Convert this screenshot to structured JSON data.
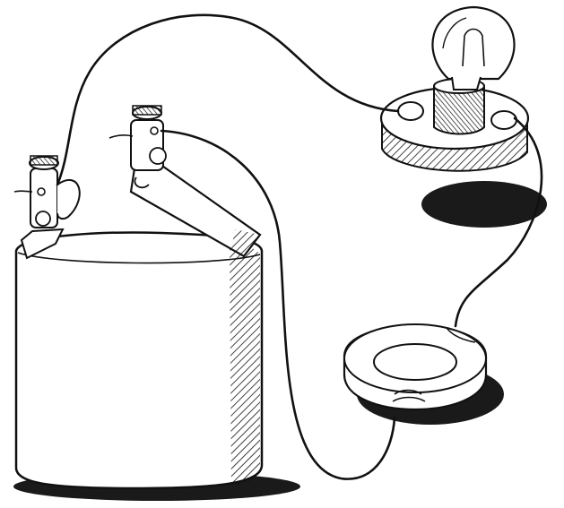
{
  "figure": {
    "components": [
      "battery-cell",
      "terminal-clip-left",
      "terminal-lever-right",
      "light-bulb",
      "bulb-socket",
      "wire-coil",
      "connecting-wire"
    ],
    "colors": {
      "ink": "#111111",
      "paper": "#ffffff",
      "shadow": "#222222"
    }
  }
}
